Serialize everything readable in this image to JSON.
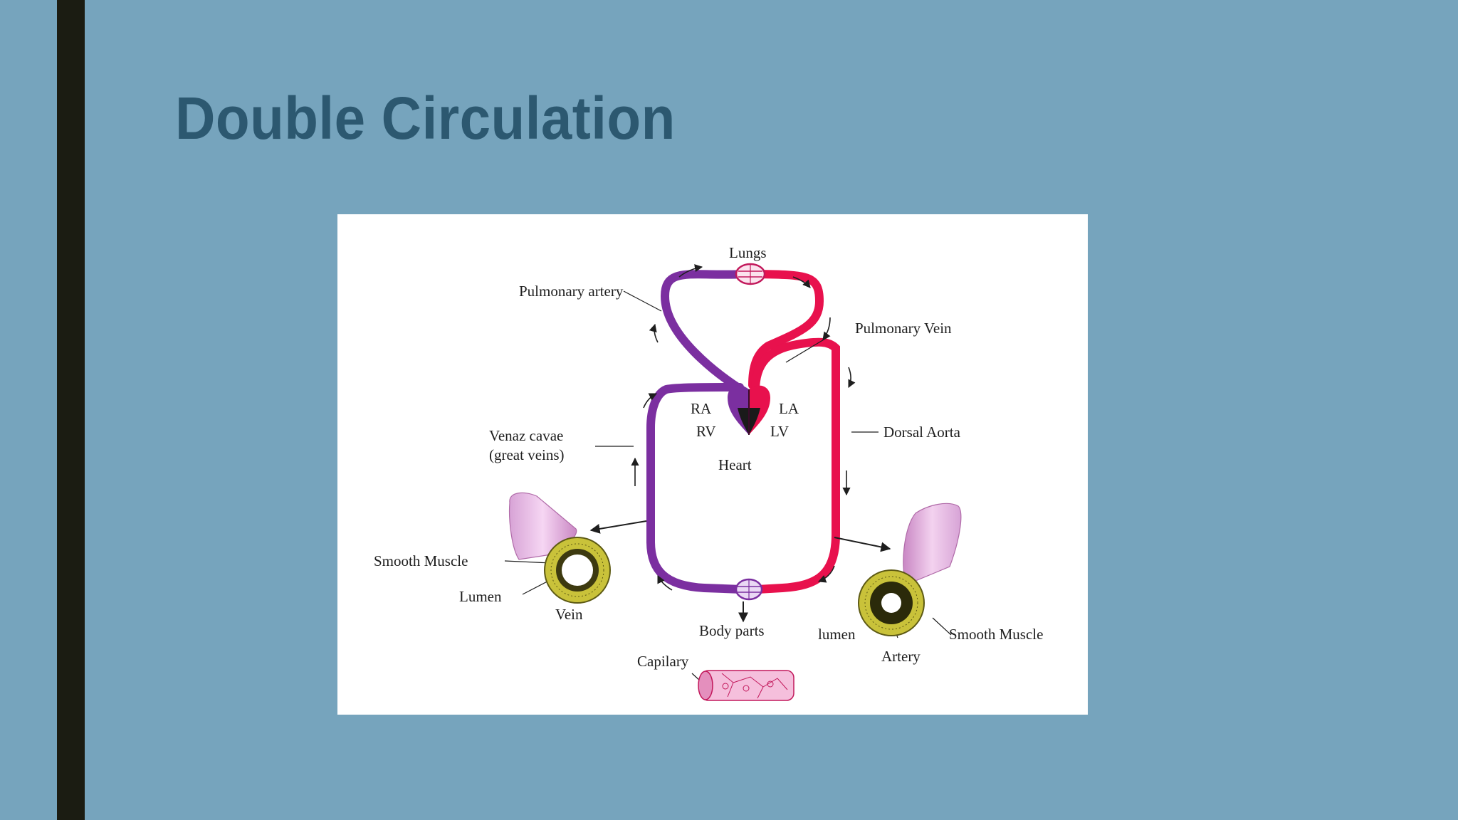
{
  "slide": {
    "title": "Double Circulation",
    "colors": {
      "background": "#76a4bd",
      "accent_bar": "#1b1c12",
      "title": "#2c5870",
      "deoxygenated_blood": "#7b2fa0",
      "oxygenated_blood": "#e8114d"
    }
  },
  "diagram": {
    "labels": {
      "lungs": "Lungs",
      "pulmonary_artery": "Pulmonary artery",
      "pulmonary_vein": "Pulmonary Vein",
      "ra": "RA",
      "la": "LA",
      "rv": "RV",
      "lv": "LV",
      "heart": "Heart",
      "venae_cavae": "Venaz cavae",
      "great_veins": "(great veins)",
      "dorsal_aorta": "Dorsal Aorta",
      "smooth_muscle_vein": "Smooth Muscle",
      "lumen_vein": "Lumen",
      "vein": "Vein",
      "body_parts": "Body parts",
      "lumen_artery": "lumen",
      "smooth_muscle_artery": "Smooth Muscle",
      "artery": "Artery",
      "capillary": "Capilary"
    }
  }
}
